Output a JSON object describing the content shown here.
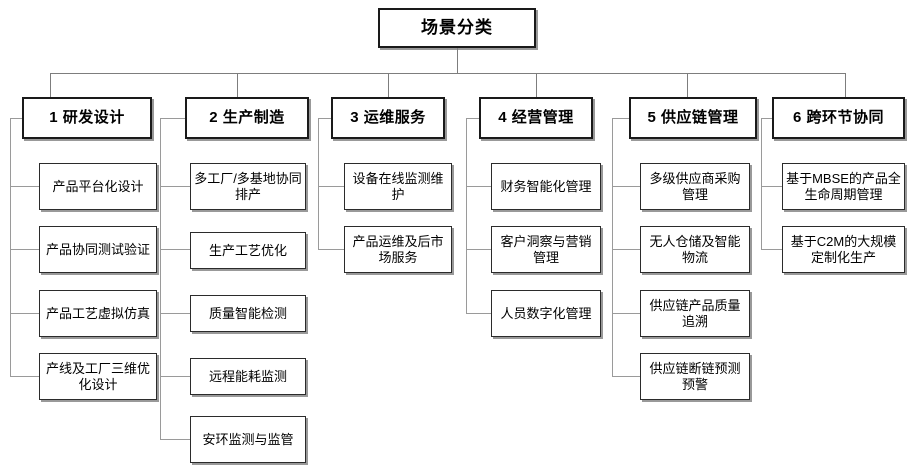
{
  "diagram": {
    "root": {
      "label": "场景分类"
    },
    "categories": [
      {
        "id": "rd-design",
        "label": "1 研发设计",
        "children": [
          {
            "label": "产品平台化设计"
          },
          {
            "label": "产品协同测试验证"
          },
          {
            "label": "产品工艺虚拟仿真"
          },
          {
            "label": "产线及工厂三维优化设计"
          }
        ]
      },
      {
        "id": "production",
        "label": "2 生产制造",
        "children": [
          {
            "label": "多工厂/多基地协同排产"
          },
          {
            "label": "生产工艺优化"
          },
          {
            "label": "质量智能检测"
          },
          {
            "label": "远程能耗监测"
          },
          {
            "label": "安环监测与监管"
          }
        ]
      },
      {
        "id": "ops-service",
        "label": "3 运维服务",
        "children": [
          {
            "label": "设备在线监测维护"
          },
          {
            "label": "产品运维及后市场服务"
          }
        ]
      },
      {
        "id": "business-mgmt",
        "label": "4 经营管理",
        "children": [
          {
            "label": "财务智能化管理"
          },
          {
            "label": "客户洞察与营销管理"
          },
          {
            "label": "人员数字化管理"
          }
        ]
      },
      {
        "id": "supply-chain",
        "label": "5 供应链管理",
        "children": [
          {
            "label": "多级供应商采购管理"
          },
          {
            "label": "无人仓储及智能物流"
          },
          {
            "label": "供应链产品质量追溯"
          },
          {
            "label": "供应链断链预测预警"
          }
        ]
      },
      {
        "id": "cross-link",
        "label": "6 跨环节协同",
        "children": [
          {
            "label": "基于MBSE的产品全生命周期管理"
          },
          {
            "label": "基于C2M的大规模定制化生产"
          }
        ]
      }
    ]
  },
  "colors": {
    "box_border": "#2b2b2b",
    "connector": "#9a9a9a",
    "background": "#ffffff",
    "text": "#000000"
  }
}
